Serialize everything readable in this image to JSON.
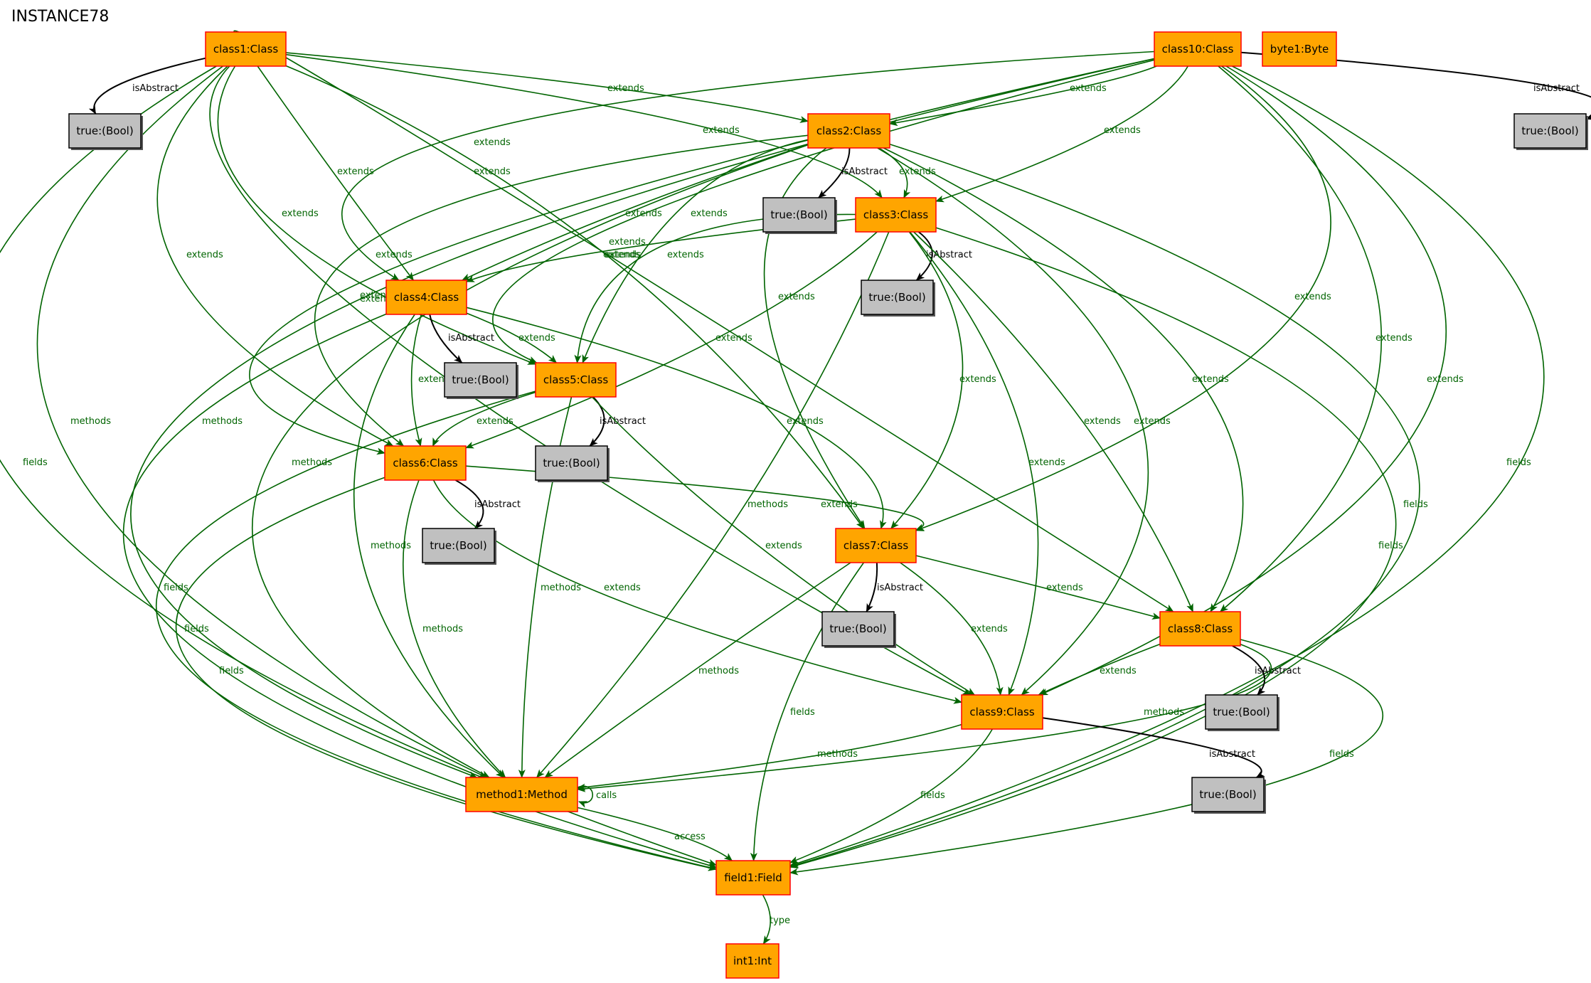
{
  "title": "INSTANCE78",
  "colors": {
    "class_fill": "#FFA500",
    "class_stroke": "#FF0000",
    "bool_fill": "#C0C0C0",
    "bool_stroke": "#000000",
    "structural_edge": "#006400",
    "abstract_edge": "#000000"
  },
  "nodes": [
    {
      "id": "class1",
      "label": "class1:Class",
      "kind": "class"
    },
    {
      "id": "class10",
      "label": "class10:Class",
      "kind": "class"
    },
    {
      "id": "byte1",
      "label": "byte1:Byte",
      "kind": "class"
    },
    {
      "id": "b1",
      "label": "true:(Bool)",
      "kind": "bool"
    },
    {
      "id": "class2",
      "label": "class2:Class",
      "kind": "class"
    },
    {
      "id": "b10",
      "label": "true:(Bool)",
      "kind": "bool"
    },
    {
      "id": "b2",
      "label": "true:(Bool)",
      "kind": "bool"
    },
    {
      "id": "class3",
      "label": "class3:Class",
      "kind": "class"
    },
    {
      "id": "b3",
      "label": "true:(Bool)",
      "kind": "bool"
    },
    {
      "id": "class4",
      "label": "class4:Class",
      "kind": "class"
    },
    {
      "id": "b4",
      "label": "true:(Bool)",
      "kind": "bool"
    },
    {
      "id": "class5",
      "label": "class5:Class",
      "kind": "class"
    },
    {
      "id": "b5",
      "label": "true:(Bool)",
      "kind": "bool"
    },
    {
      "id": "class6",
      "label": "class6:Class",
      "kind": "class"
    },
    {
      "id": "b6",
      "label": "true:(Bool)",
      "kind": "bool"
    },
    {
      "id": "class7",
      "label": "class7:Class",
      "kind": "class"
    },
    {
      "id": "b7",
      "label": "true:(Bool)",
      "kind": "bool"
    },
    {
      "id": "class8",
      "label": "class8:Class",
      "kind": "class"
    },
    {
      "id": "b8",
      "label": "true:(Bool)",
      "kind": "bool"
    },
    {
      "id": "class9",
      "label": "class9:Class",
      "kind": "class"
    },
    {
      "id": "b9",
      "label": "true:(Bool)",
      "kind": "bool"
    },
    {
      "id": "method1",
      "label": "method1:Method",
      "kind": "class"
    },
    {
      "id": "field1",
      "label": "field1:Field",
      "kind": "class"
    },
    {
      "id": "int1",
      "label": "int1:Int",
      "kind": "class"
    }
  ],
  "edges": [
    {
      "from": "class1",
      "to": "b1",
      "label": "isAbstract"
    },
    {
      "from": "class1",
      "to": "class2",
      "label": "extends"
    },
    {
      "from": "class1",
      "to": "class3",
      "label": "extends"
    },
    {
      "from": "class1",
      "to": "class4",
      "label": "extends"
    },
    {
      "from": "class1",
      "to": "class5",
      "label": "extends"
    },
    {
      "from": "class1",
      "to": "class6",
      "label": "extends"
    },
    {
      "from": "class1",
      "to": "class7",
      "label": "extends"
    },
    {
      "from": "class1",
      "to": "class8",
      "label": "extends"
    },
    {
      "from": "class1",
      "to": "class9",
      "label": "extends"
    },
    {
      "from": "class1",
      "to": "method1",
      "label": "methods"
    },
    {
      "from": "class1",
      "to": "field1",
      "label": "fields"
    },
    {
      "from": "class10",
      "to": "b10",
      "label": "isAbstract"
    },
    {
      "from": "class10",
      "to": "class2",
      "label": "extends"
    },
    {
      "from": "class10",
      "to": "class3",
      "label": "extends"
    },
    {
      "from": "class10",
      "to": "class4",
      "label": "extends"
    },
    {
      "from": "class10",
      "to": "class5",
      "label": "extends"
    },
    {
      "from": "class10",
      "to": "class6",
      "label": "extends"
    },
    {
      "from": "class10",
      "to": "class7",
      "label": "extends"
    },
    {
      "from": "class10",
      "to": "class8",
      "label": "extends"
    },
    {
      "from": "class10",
      "to": "class9",
      "label": "extends"
    },
    {
      "from": "class10",
      "to": "method1",
      "label": "methods"
    },
    {
      "from": "class10",
      "to": "field1",
      "label": "fields"
    },
    {
      "from": "class2",
      "to": "b2",
      "label": "isAbstract"
    },
    {
      "from": "class2",
      "to": "class3",
      "label": "extends"
    },
    {
      "from": "class2",
      "to": "class4",
      "label": "extends"
    },
    {
      "from": "class2",
      "to": "class5",
      "label": "extends"
    },
    {
      "from": "class2",
      "to": "class6",
      "label": "extends"
    },
    {
      "from": "class2",
      "to": "class7",
      "label": "extends"
    },
    {
      "from": "class2",
      "to": "class8",
      "label": "extends"
    },
    {
      "from": "class2",
      "to": "class9",
      "label": "extends"
    },
    {
      "from": "class2",
      "to": "method1",
      "label": "methods"
    },
    {
      "from": "class2",
      "to": "field1",
      "label": "fields"
    },
    {
      "from": "class3",
      "to": "b3",
      "label": "isAbstract"
    },
    {
      "from": "class3",
      "to": "class4",
      "label": "extends"
    },
    {
      "from": "class3",
      "to": "class5",
      "label": "extends"
    },
    {
      "from": "class3",
      "to": "class6",
      "label": "extends"
    },
    {
      "from": "class3",
      "to": "class7",
      "label": "extends"
    },
    {
      "from": "class3",
      "to": "class8",
      "label": "extends"
    },
    {
      "from": "class3",
      "to": "class9",
      "label": "extends"
    },
    {
      "from": "class3",
      "to": "method1",
      "label": "methods"
    },
    {
      "from": "class3",
      "to": "field1",
      "label": "fields"
    },
    {
      "from": "class4",
      "to": "b4",
      "label": "isAbstract"
    },
    {
      "from": "class4",
      "to": "class5",
      "label": "extends"
    },
    {
      "from": "class4",
      "to": "class6",
      "label": "extends"
    },
    {
      "from": "class4",
      "to": "class7",
      "label": "extends"
    },
    {
      "from": "class4",
      "to": "method1",
      "label": "methods"
    },
    {
      "from": "class4",
      "to": "field1",
      "label": "fields"
    },
    {
      "from": "class5",
      "to": "b5",
      "label": "isAbstract"
    },
    {
      "from": "class5",
      "to": "class6",
      "label": "extends"
    },
    {
      "from": "class5",
      "to": "class9",
      "label": "extends"
    },
    {
      "from": "class5",
      "to": "method1",
      "label": "methods"
    },
    {
      "from": "class5",
      "to": "field1",
      "label": "fields"
    },
    {
      "from": "class6",
      "to": "b6",
      "label": "isAbstract"
    },
    {
      "from": "class6",
      "to": "class7",
      "label": "extends"
    },
    {
      "from": "class6",
      "to": "class9",
      "label": "extends"
    },
    {
      "from": "class6",
      "to": "method1",
      "label": "methods"
    },
    {
      "from": "class6",
      "to": "field1",
      "label": "fields"
    },
    {
      "from": "class7",
      "to": "b7",
      "label": "isAbstract"
    },
    {
      "from": "class7",
      "to": "class8",
      "label": "extends"
    },
    {
      "from": "class7",
      "to": "class9",
      "label": "extends"
    },
    {
      "from": "class7",
      "to": "method1",
      "label": "methods"
    },
    {
      "from": "class7",
      "to": "field1",
      "label": "fields"
    },
    {
      "from": "class8",
      "to": "b8",
      "label": "isAbstract"
    },
    {
      "from": "class8",
      "to": "class9",
      "label": "extends"
    },
    {
      "from": "class8",
      "to": "method1",
      "label": "methods"
    },
    {
      "from": "class8",
      "to": "field1",
      "label": "fields"
    },
    {
      "from": "class9",
      "to": "b9",
      "label": "isAbstract"
    },
    {
      "from": "class9",
      "to": "method1",
      "label": "methods"
    },
    {
      "from": "class9",
      "to": "field1",
      "label": "fields"
    },
    {
      "from": "method1",
      "to": "method1",
      "label": "calls"
    },
    {
      "from": "method1",
      "to": "field1",
      "label": "access"
    },
    {
      "from": "field1",
      "to": "int1",
      "label": "type"
    }
  ]
}
